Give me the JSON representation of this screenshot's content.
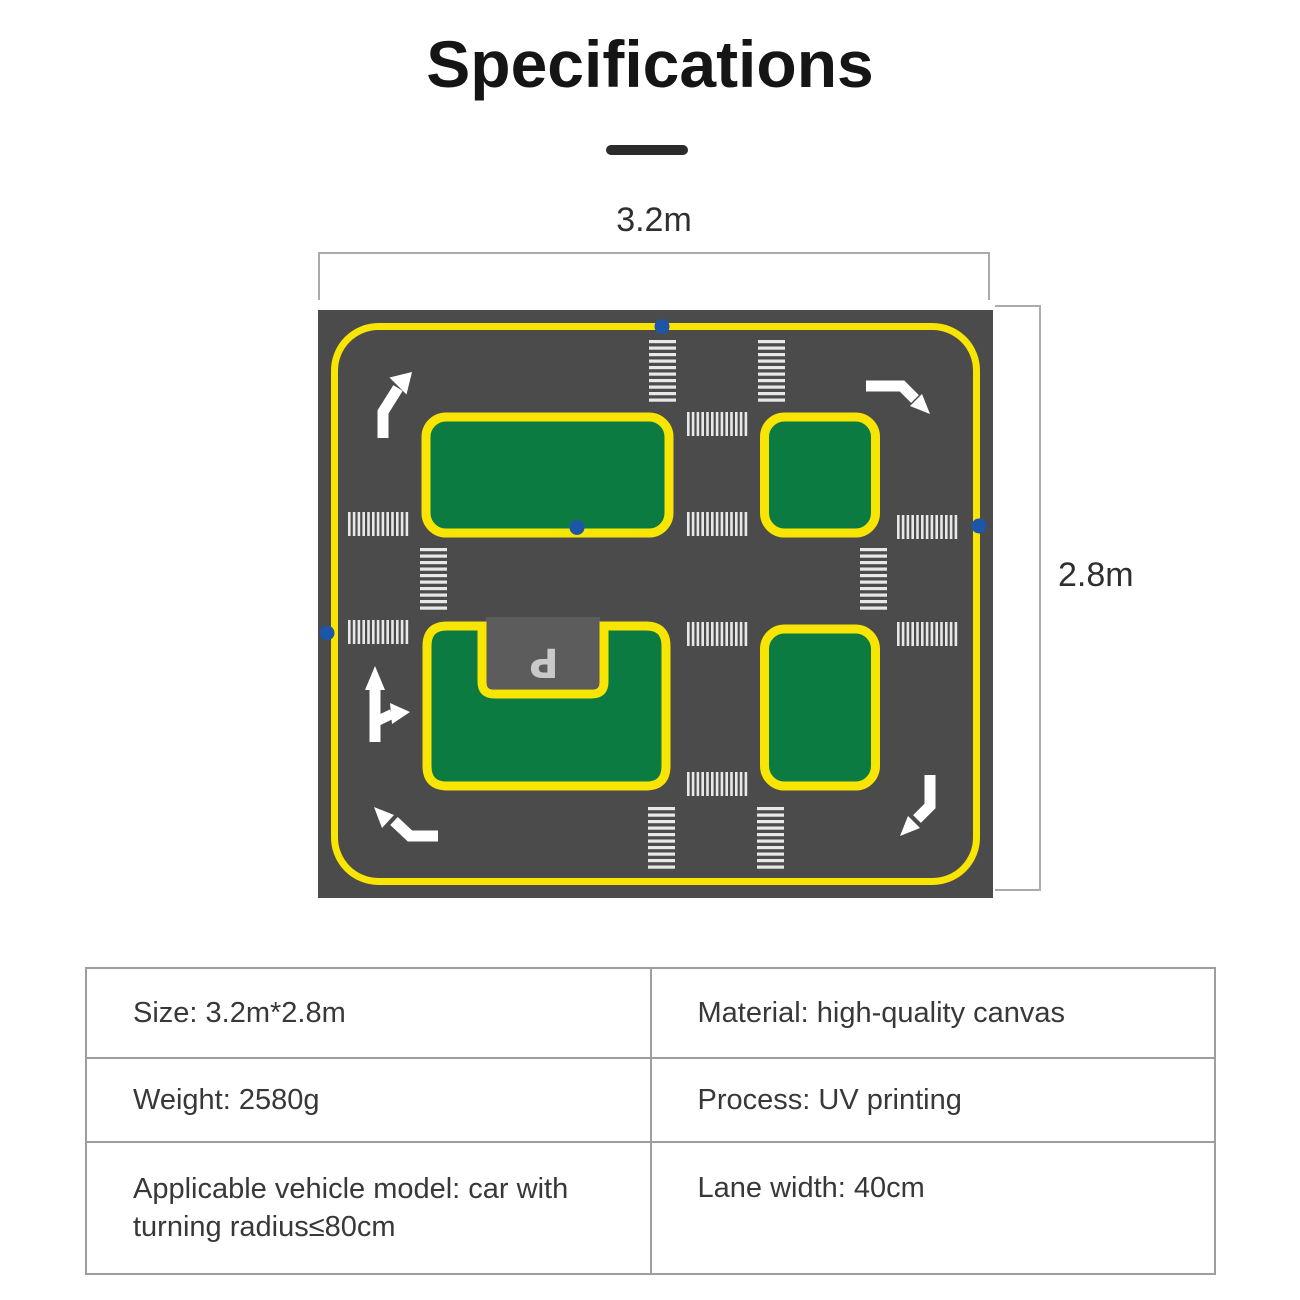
{
  "title": {
    "text": "Specifications"
  },
  "diagram": {
    "width_label": "3.2m",
    "height_label": "2.8m",
    "parking_label": "P",
    "colors": {
      "mat_background": "#4b4b4b",
      "track_yellow": "#f8e503",
      "block_green": "#0b7b41",
      "parking_bay_gray": "#5c5c5c",
      "parking_letter_gray": "#c9c9c9",
      "crosswalk_white": "#e8e8e8",
      "marker_dot_blue": "#1d55a8",
      "arrow_white": "#ffffff"
    }
  },
  "table": {
    "rows": [
      {
        "left": "Size: 3.2m*2.8m",
        "right": "Material: high-quality canvas"
      },
      {
        "left": "Weight: 2580g",
        "right": "Process: UV printing"
      },
      {
        "left": "Applicable vehicle model: car with turning radius≤80cm",
        "right": "Lane width: 40cm"
      }
    ]
  }
}
